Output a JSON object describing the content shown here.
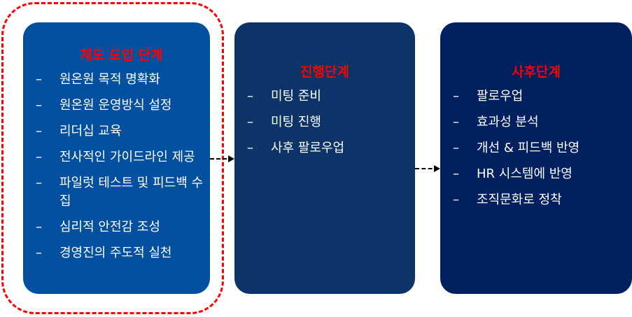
{
  "diagram": {
    "stages": [
      {
        "title": "제도 도입 단계",
        "highlighted": true,
        "bullet": "–",
        "items": [
          "원온원 목적 명확화",
          "원온원 운영방식 설정",
          "리더십 교육",
          "전사적인 가이드라인 제공",
          "파일럿 테스트 및 피드백 수집",
          "심리적 안전감 조성",
          "경영진의 주도적 실천"
        ]
      },
      {
        "title": "진행단계",
        "highlighted": false,
        "bullet": "–",
        "items": [
          "미팅 준비",
          "미팅 진행",
          "사후 팔로우업"
        ]
      },
      {
        "title": "사후단계",
        "highlighted": false,
        "bullet": "–",
        "items": [
          "팔로우업",
          "효과성 분석",
          "개선 & 피드백 반영",
          "HR 시스템에 반영",
          "조직문화로 정착"
        ]
      }
    ],
    "colors": {
      "stage1_bg": "#0450a0",
      "stage2_bg": "#0d3468",
      "stage3_bg": "#00205f",
      "title_color": "#ff0000",
      "highlight_border": "#ff0000",
      "arrow_color": "#000000"
    }
  }
}
